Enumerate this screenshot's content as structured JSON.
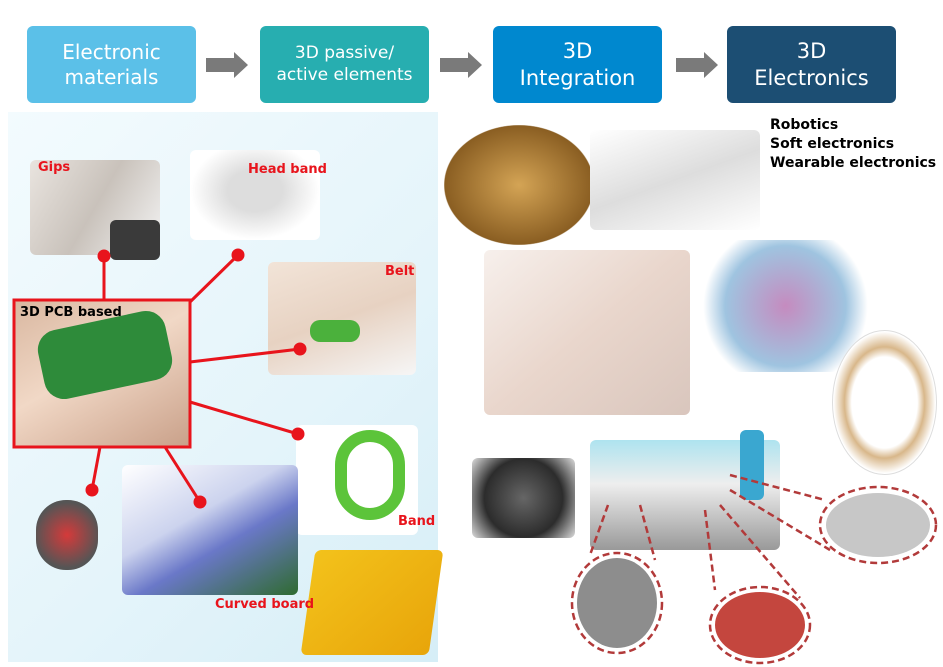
{
  "stages": [
    {
      "label": "Electronic\nmaterials",
      "color": "#5bc0e8"
    },
    {
      "label": "3D passive/\nactive elements",
      "color": "#27aeb0"
    },
    {
      "label": "3D\nIntegration",
      "color": "#0088cf"
    },
    {
      "label": "3D\nElectronics",
      "color": "#1c4e73"
    }
  ],
  "left_panel": {
    "center_label": "3D PCB based",
    "examples": [
      "Gips",
      "Head band",
      "Belt",
      "Band",
      "Curved board"
    ],
    "accent": "#e8141c"
  },
  "applications": [
    "Robotics",
    "Soft electronics",
    "Wearable electronics"
  ]
}
